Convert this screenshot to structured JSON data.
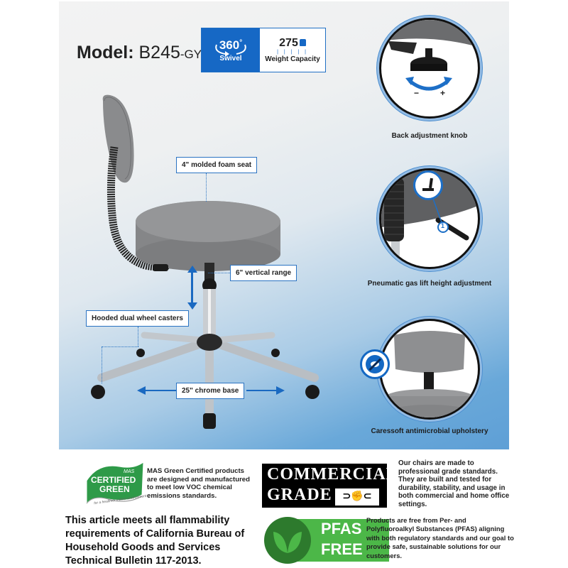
{
  "header": {
    "model_label": "Model:",
    "model_number": "B245",
    "model_suffix": "-GY"
  },
  "spec_badge": {
    "swivel_value": "360",
    "swivel_unit": "°",
    "swivel_label": "Swivel",
    "weight_value": "275",
    "weight_icon": "weight-bag-icon",
    "weight_label": "Weight Capacity",
    "accent_color": "#1668c5"
  },
  "feature_circles": [
    {
      "caption": "Back adjustment knob",
      "minus": "−",
      "plus": "+"
    },
    {
      "caption": "Pneumatic gas lift height adjustment",
      "marker": "1"
    },
    {
      "caption": "Caressoft antimicrobial upholstery"
    }
  ],
  "callouts": {
    "seat": "4\" molded foam seat",
    "vertical": "6\" vertical range",
    "casters": "Hooded dual wheel casters",
    "base": "25\" chrome base"
  },
  "certifications": {
    "mas": {
      "logo_top": "MAS",
      "logo_line1": "CERTIFIED",
      "logo_line2": "GREEN",
      "logo_tagline": "for a healthier indoor environment",
      "text": "MAS Green Certified products are designed and manufactured to meet low VOC chemical emissions standards."
    },
    "commercial": {
      "line1": "COMMERCIAL",
      "line2": "GRADE",
      "text": "Our chairs are made to professional grade standards. They are built and tested for durability, stability, and usage in both commercial and home office settings."
    },
    "flammability": {
      "text": "This article meets all flammability requirements of California Bureau of Household Goods and Services Technical Bulletin 117-2013."
    },
    "pfas": {
      "line1": "PFAS",
      "line2": "FREE",
      "text": "Products are free from Per- and Polyfluoroalkyl Substances (PFAS) aligning with both regulatory standards and our goal to provide safe, sustainable solutions for our customers."
    }
  }
}
